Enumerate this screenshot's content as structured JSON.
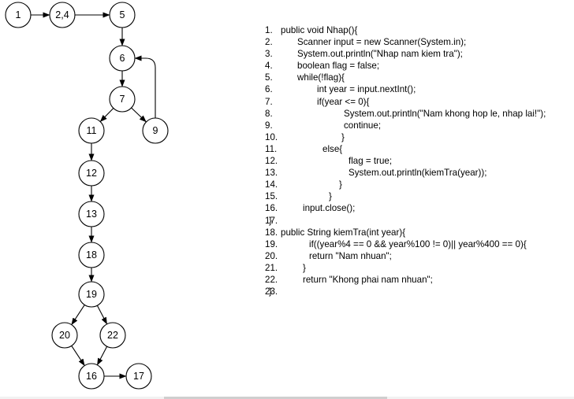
{
  "graph": {
    "nodes": [
      {
        "id": "1",
        "label": "1"
      },
      {
        "id": "2_4",
        "label": "2,4"
      },
      {
        "id": "5",
        "label": "5"
      },
      {
        "id": "6",
        "label": "6"
      },
      {
        "id": "7",
        "label": "7"
      },
      {
        "id": "9",
        "label": "9"
      },
      {
        "id": "11",
        "label": "11"
      },
      {
        "id": "12",
        "label": "12"
      },
      {
        "id": "13",
        "label": "13"
      },
      {
        "id": "18",
        "label": "18"
      },
      {
        "id": "19",
        "label": "19"
      },
      {
        "id": "20",
        "label": "20"
      },
      {
        "id": "22",
        "label": "22"
      },
      {
        "id": "16",
        "label": "16"
      },
      {
        "id": "17",
        "label": "17"
      }
    ],
    "edges": [
      {
        "from": "1",
        "to": "2_4"
      },
      {
        "from": "2_4",
        "to": "5"
      },
      {
        "from": "5",
        "to": "6"
      },
      {
        "from": "6",
        "to": "7"
      },
      {
        "from": "7",
        "to": "11"
      },
      {
        "from": "7",
        "to": "9"
      },
      {
        "from": "9",
        "to": "6"
      },
      {
        "from": "11",
        "to": "12"
      },
      {
        "from": "12",
        "to": "13"
      },
      {
        "from": "13",
        "to": "18"
      },
      {
        "from": "18",
        "to": "19"
      },
      {
        "from": "19",
        "to": "20"
      },
      {
        "from": "19",
        "to": "22"
      },
      {
        "from": "20",
        "to": "16"
      },
      {
        "from": "22",
        "to": "16"
      },
      {
        "from": "16",
        "to": "17"
      }
    ]
  },
  "code": [
    {
      "num": "1.",
      "text": "public void Nhap(){"
    },
    {
      "num": "2.",
      "text": "Scanner input = new Scanner(System.in);"
    },
    {
      "num": "3.",
      "text": "System.out.println(\"Nhap nam kiem tra\");"
    },
    {
      "num": "4.",
      "text": "boolean flag = false;"
    },
    {
      "num": "5.",
      "text": "while(!flag){"
    },
    {
      "num": "6.",
      "text": "int year = input.nextInt();"
    },
    {
      "num": "7.",
      "text": "if(year <= 0){"
    },
    {
      "num": "8.",
      "text": "System.out.println(\"Nam khong hop le, nhap lai!\");"
    },
    {
      "num": "9.",
      "text": "continue;"
    },
    {
      "num": "10.",
      "text": "}"
    },
    {
      "num": "11.",
      "text": "else{"
    },
    {
      "num": "12.",
      "text": "flag = true;"
    },
    {
      "num": "13.",
      "text": "System.out.println(kiemTra(year));"
    },
    {
      "num": "14.",
      "text": "}"
    },
    {
      "num": "15.",
      "text": "}"
    },
    {
      "num": "16.",
      "text": "input.close();"
    },
    {
      "num": "17.",
      "text": "}"
    },
    {
      "num": "18.",
      "text": "public String kiemTra(int year){"
    },
    {
      "num": "19.",
      "text": "if((year%4 == 0 && year%100 != 0)|| year%400 == 0){"
    },
    {
      "num": "20.",
      "text": "return \"Nam nhuan\";"
    },
    {
      "num": "21.",
      "text": "}"
    },
    {
      "num": "22.",
      "text": "return \"Khong phai nam nhuan\";"
    },
    {
      "num": "23.",
      "text": "}"
    }
  ]
}
